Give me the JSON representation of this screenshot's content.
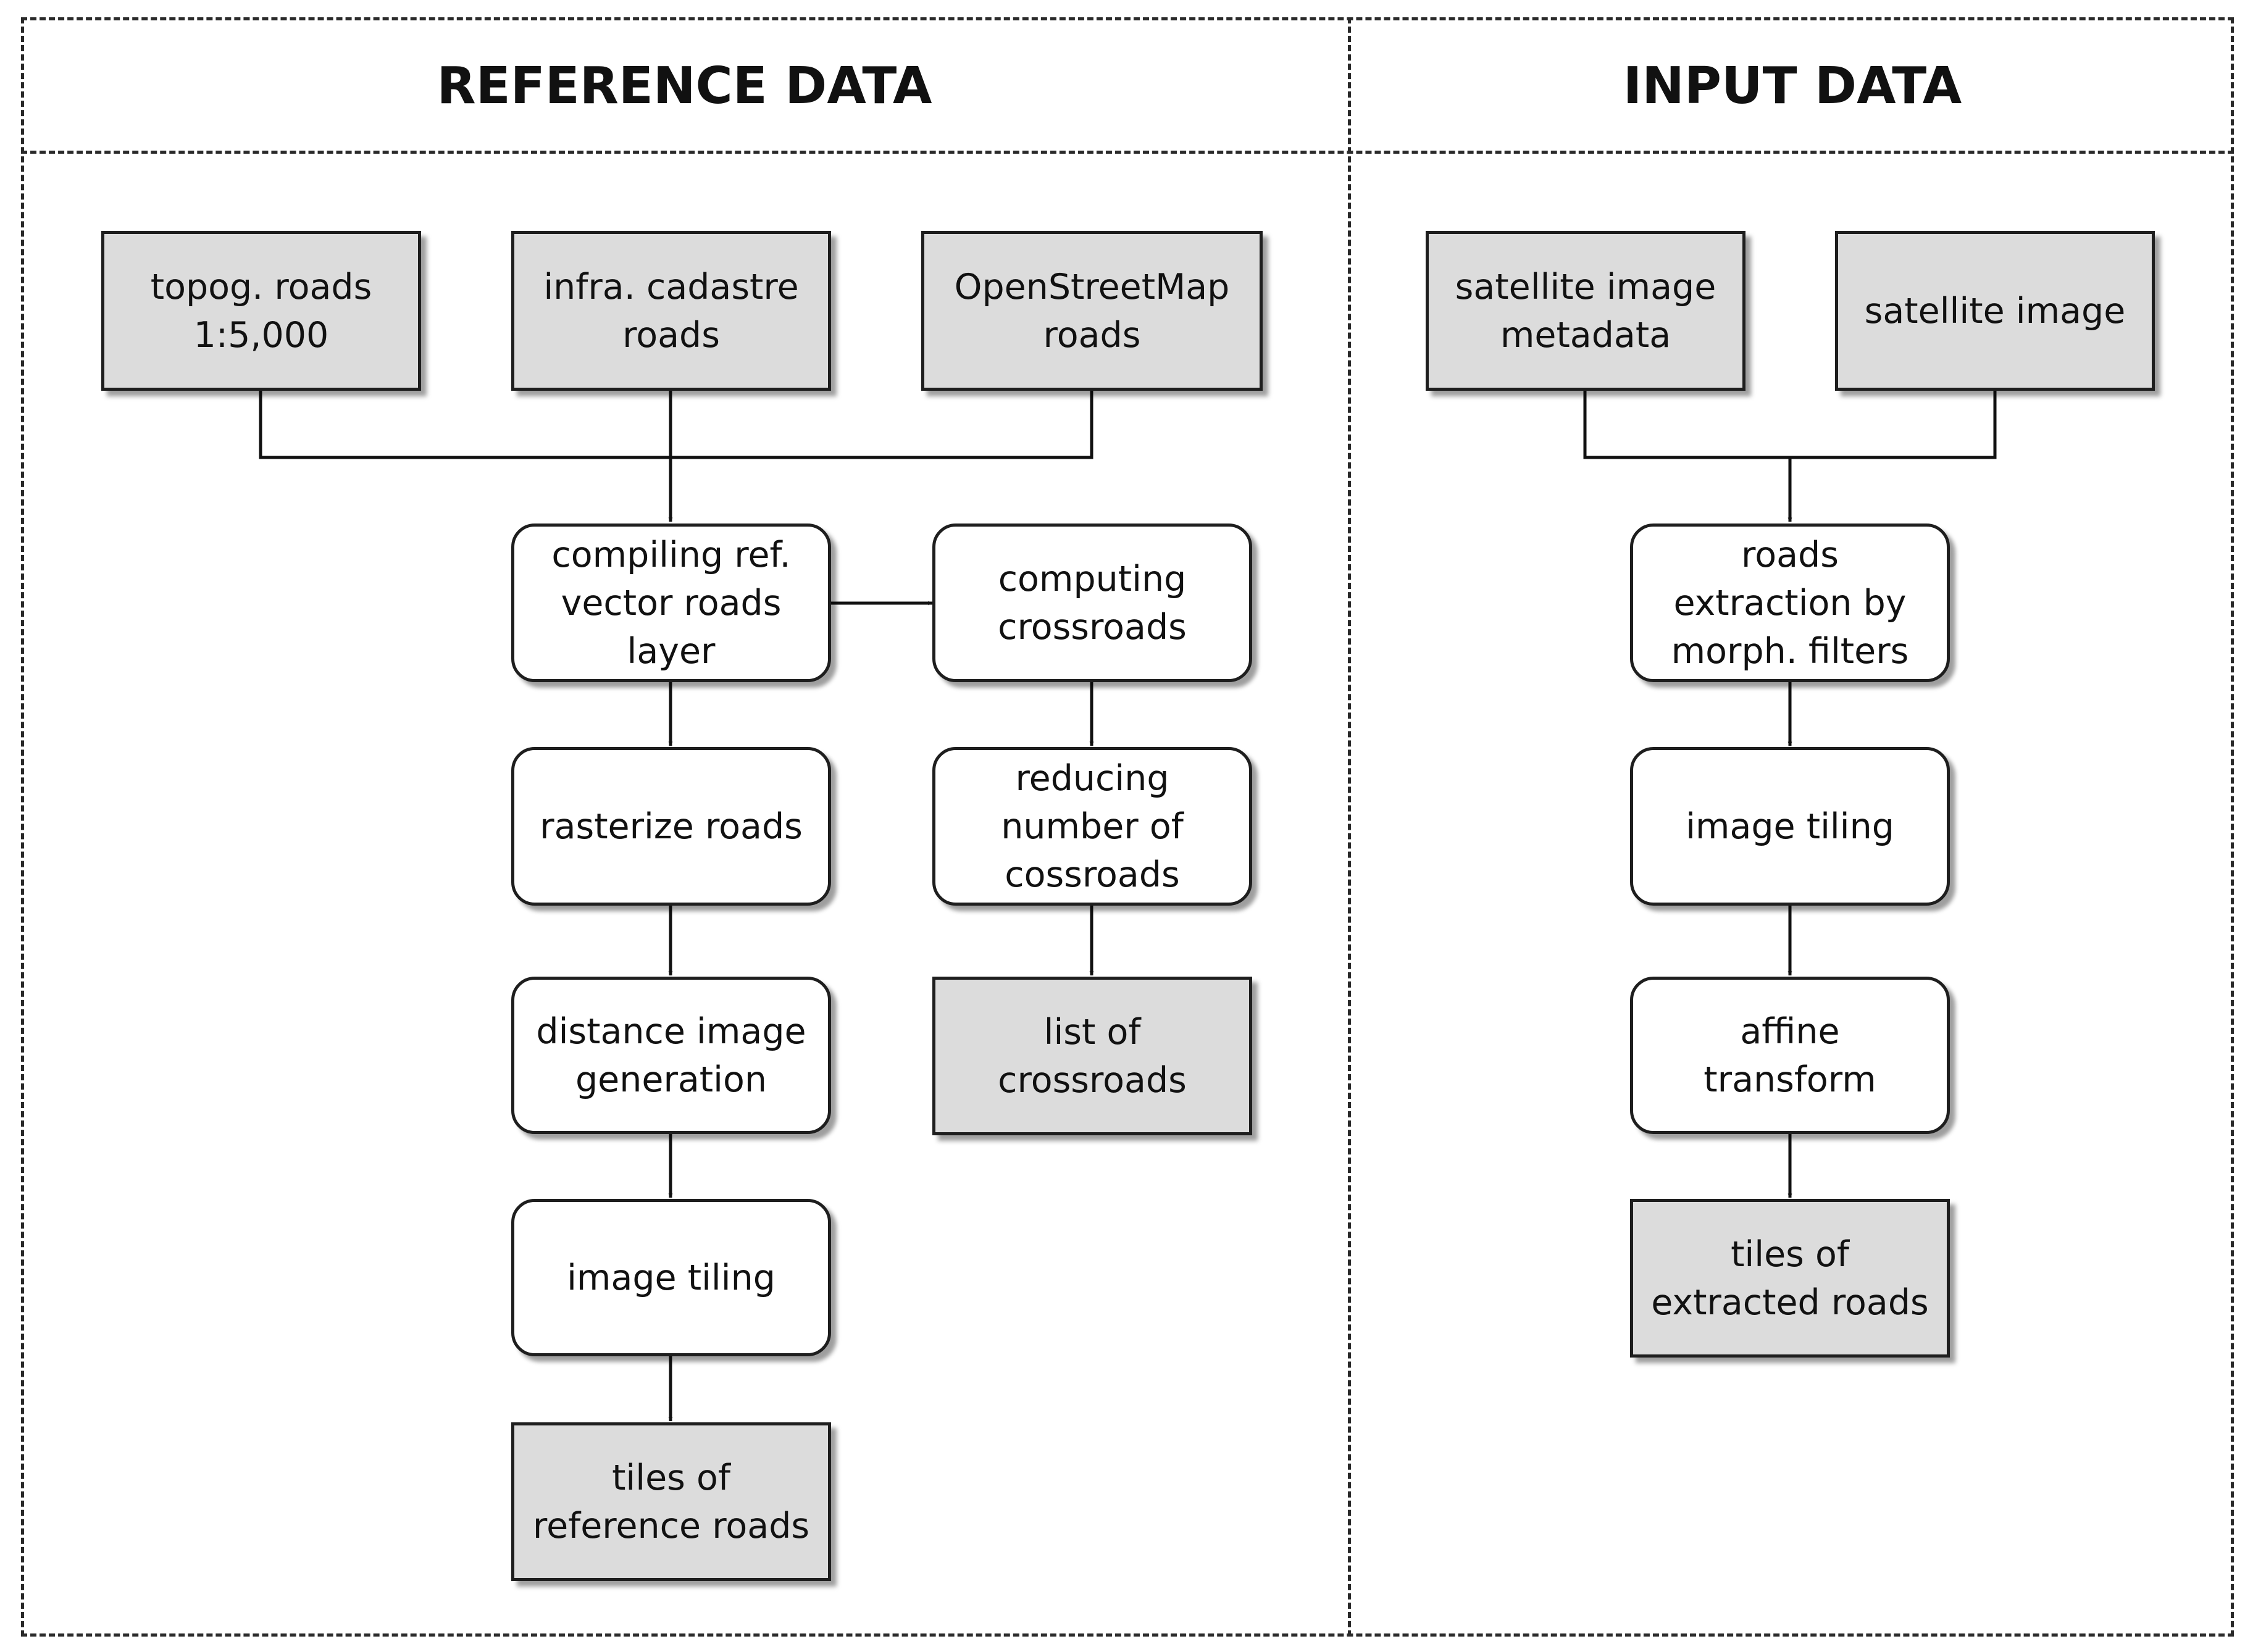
{
  "sections": {
    "reference_title": "REFERENCE DATA",
    "input_title": "INPUT DATA"
  },
  "nodes": {
    "topog_roads": "topog. roads\n1:5,000",
    "infra_cadastre_roads": "infra. cadastre\nroads",
    "openstreetmap_roads": "OpenStreetMap\nroads",
    "compiling_ref_layer": "compiling ref.\nvector roads\nlayer",
    "computing_crossroads": "computing\ncrossroads",
    "rasterize_roads": "rasterize roads",
    "reducing_crossroads": "reducing\nnumber of\ncossroads",
    "distance_image": "distance image\ngeneration",
    "list_of_crossroads": "list of\ncrossroads",
    "image_tiling_ref": "image tiling",
    "tiles_reference_roads": "tiles of\nreference roads",
    "satellite_metadata": "satellite image\nmetadata",
    "satellite_image": "satellite image",
    "roads_extraction": "roads\nextraction by\nmorph. filters",
    "image_tiling_input": "image tiling",
    "affine_transform": "affine\ntransform",
    "tiles_extracted_roads": "tiles of\nextracted roads"
  },
  "colors": {
    "data_fill": "#dcdcdc",
    "process_fill": "#ffffff",
    "stroke": "#1e1e1e"
  }
}
